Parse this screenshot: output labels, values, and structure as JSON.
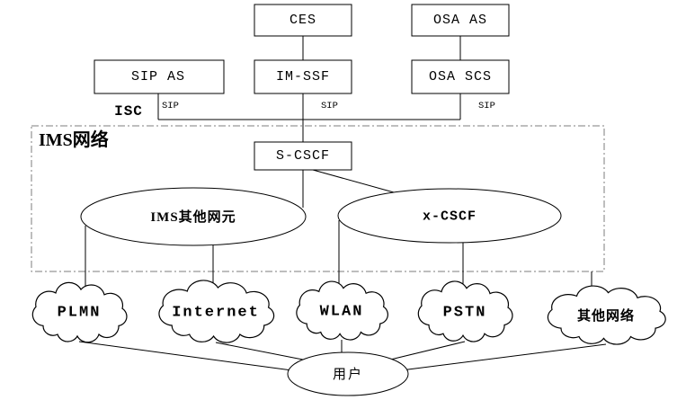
{
  "colors": {
    "background": "#ffffff",
    "line": "#000000",
    "dashed_border": "#7d7d7d"
  },
  "diagram": {
    "boxes": {
      "ces": "CES",
      "osa_as": "OSA AS",
      "sip_as": "SIP AS",
      "im_ssf": "IM-SSF",
      "osa_scs": "OSA SCS",
      "s_cscf": "S-CSCF"
    },
    "link_labels": {
      "isc": "ISC",
      "sip_left": "SIP",
      "sip_center": "SIP",
      "sip_right": "SIP"
    },
    "ims_region": {
      "title": "IMS网络",
      "ims_other": "IMS其他网元",
      "x_cscf": "x-CSCF"
    },
    "clouds": {
      "plmn": "PLMN",
      "internet": "Internet",
      "wlan": "WLAN",
      "pstn": "PSTN",
      "other_network": "其他网络"
    },
    "user": "用户"
  }
}
